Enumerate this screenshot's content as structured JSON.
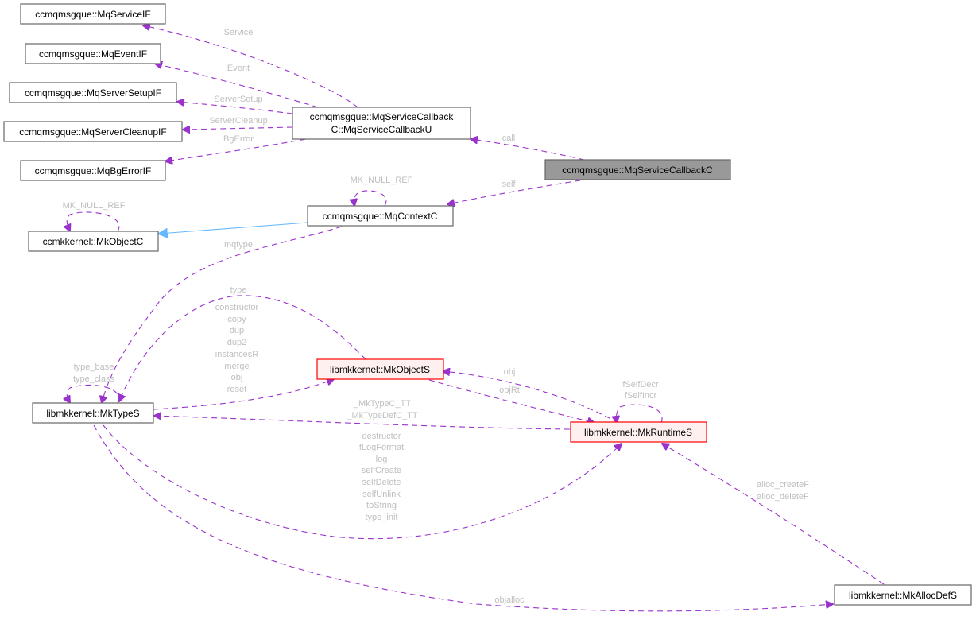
{
  "diagram": {
    "title": "Collaboration diagram for ccmqmsgque::MqServiceCallbackC",
    "colors": {
      "edge_usage": "#9a32cd",
      "edge_inherit": "#63b8ff",
      "label": "#bfbfbf",
      "focus_fill": "#999999",
      "red_border": "#ff0000",
      "red_fill": "#fff0f0"
    },
    "nodes": [
      {
        "id": "MqServiceIF",
        "label": "ccmqmsgque::MqServiceIF",
        "style": "normal"
      },
      {
        "id": "MqEventIF",
        "label": "ccmqmsgque::MqEventIF",
        "style": "normal"
      },
      {
        "id": "MqServerSetupIF",
        "label": "ccmqmsgque::MqServerSetupIF",
        "style": "normal"
      },
      {
        "id": "MqServerCleanupIF",
        "label": "ccmqmsgque::MqServerCleanupIF",
        "style": "normal"
      },
      {
        "id": "MqBgErrorIF",
        "label": "ccmqmsgque::MqBgErrorIF",
        "style": "normal"
      },
      {
        "id": "MqServiceCallbackU",
        "label": [
          "ccmqmsgque::MqServiceCallback",
          "C::MqServiceCallbackU"
        ],
        "style": "normal"
      },
      {
        "id": "MqServiceCallbackC",
        "label": "ccmqmsgque::MqServiceCallbackC",
        "style": "focus"
      },
      {
        "id": "MqContextC",
        "label": "ccmqmsgque::MqContextC",
        "style": "normal"
      },
      {
        "id": "MkObjectC",
        "label": "ccmkkernel::MkObjectC",
        "style": "normal"
      },
      {
        "id": "MkTypeS",
        "label": "libmkkernel::MkTypeS",
        "style": "normal"
      },
      {
        "id": "MkObjectS",
        "label": "libmkkernel::MkObjectS",
        "style": "red"
      },
      {
        "id": "MkRuntimeS",
        "label": "libmkkernel::MkRuntimeS",
        "style": "red"
      },
      {
        "id": "MkAllocDefS",
        "label": "libmkkernel::MkAllocDefS",
        "style": "normal"
      }
    ],
    "edges": [
      {
        "from": "MqServiceCallbackU",
        "to": "MqServiceIF",
        "labels": [
          "Service"
        ],
        "kind": "usage"
      },
      {
        "from": "MqServiceCallbackU",
        "to": "MqEventIF",
        "labels": [
          "Event"
        ],
        "kind": "usage"
      },
      {
        "from": "MqServiceCallbackU",
        "to": "MqServerSetupIF",
        "labels": [
          "ServerSetup"
        ],
        "kind": "usage"
      },
      {
        "from": "MqServiceCallbackU",
        "to": "MqServerCleanupIF",
        "labels": [
          "ServerCleanup"
        ],
        "kind": "usage"
      },
      {
        "from": "MqServiceCallbackU",
        "to": "MqBgErrorIF",
        "labels": [
          "BgError"
        ],
        "kind": "usage"
      },
      {
        "from": "MqServiceCallbackC",
        "to": "MqServiceCallbackU",
        "labels": [
          "call"
        ],
        "kind": "usage"
      },
      {
        "from": "MqServiceCallbackC",
        "to": "MqContextC",
        "labels": [
          "self"
        ],
        "kind": "usage"
      },
      {
        "from": "MqContextC",
        "to": "MqContextC",
        "labels": [
          "MK_NULL_REF"
        ],
        "kind": "usage"
      },
      {
        "from": "MqContextC",
        "to": "MkObjectC",
        "labels": [],
        "kind": "inherit"
      },
      {
        "from": "MkObjectC",
        "to": "MkObjectC",
        "labels": [
          "MK_NULL_REF"
        ],
        "kind": "usage"
      },
      {
        "from": "MqContextC",
        "to": "MkTypeS",
        "labels": [
          "mqtype"
        ],
        "kind": "usage"
      },
      {
        "from": "MkObjectS",
        "to": "MkTypeS",
        "labels": [
          "type"
        ],
        "kind": "usage"
      },
      {
        "from": "MkTypeS",
        "to": "MkTypeS",
        "labels": [
          "type_base",
          "type_class"
        ],
        "kind": "usage"
      },
      {
        "from": "MkTypeS",
        "to": "MkObjectS",
        "labels": [
          "constructor",
          "copy",
          "dup",
          "dup2",
          "instancesR",
          "merge",
          "obj",
          "reset"
        ],
        "kind": "usage"
      },
      {
        "from": "MkRuntimeS",
        "to": "MkObjectS",
        "labels": [
          "obj"
        ],
        "kind": "usage"
      },
      {
        "from": "MkObjectS",
        "to": "MkRuntimeS",
        "labels": [
          "objRt"
        ],
        "kind": "usage"
      },
      {
        "from": "MkRuntimeS",
        "to": "MkRuntimeS",
        "labels": [
          "fSelfDecr",
          "fSelfIncr"
        ],
        "kind": "usage"
      },
      {
        "from": "MkRuntimeS",
        "to": "MkTypeS",
        "labels": [
          "_MkTypeC_TT",
          "_MkTypeDefC_TT"
        ],
        "kind": "usage"
      },
      {
        "from": "MkTypeS",
        "to": "MkRuntimeS",
        "labels": [
          "destructor",
          "fLogFormat",
          "log",
          "selfCreate",
          "selfDelete",
          "selfUnlink",
          "toString",
          "type_init"
        ],
        "kind": "usage"
      },
      {
        "from": "MkAllocDefS",
        "to": "MkRuntimeS",
        "labels": [
          "alloc_createF",
          "alloc_deleteF"
        ],
        "kind": "usage"
      },
      {
        "from": "MkTypeS",
        "to": "MkAllocDefS",
        "labels": [
          "objalloc"
        ],
        "kind": "usage"
      }
    ]
  }
}
